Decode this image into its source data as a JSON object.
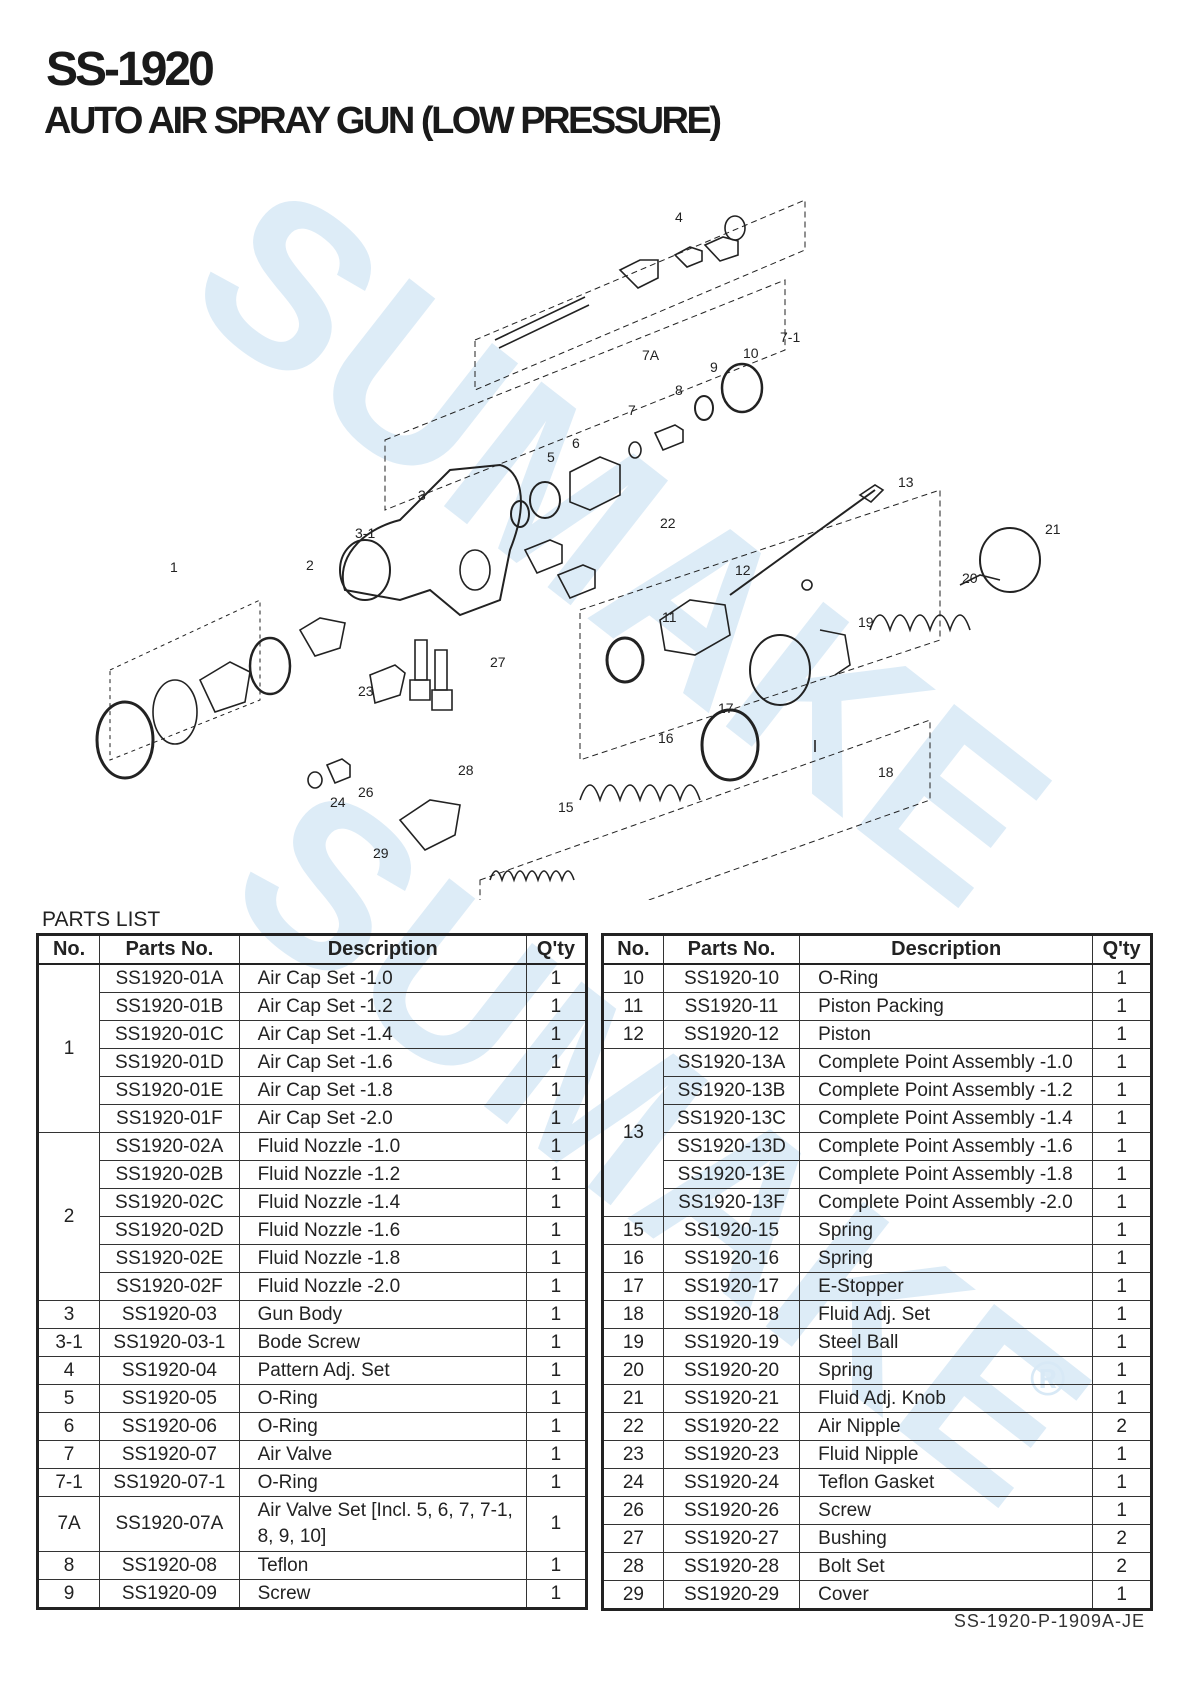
{
  "header": {
    "model": "SS-1920",
    "product": "AUTO AIR SPRAY GUN (LOW PRESSURE)"
  },
  "watermark": {
    "brand": "SUMAKE",
    "registered_mark": "®",
    "color": "#d6e8f5"
  },
  "diagram": {
    "callouts": [
      "1",
      "2",
      "3",
      "3-1",
      "4",
      "5",
      "6",
      "7",
      "7A",
      "7-1",
      "8",
      "9",
      "10",
      "11",
      "12",
      "13",
      "15",
      "16",
      "17",
      "18",
      "19",
      "20",
      "21",
      "22",
      "23",
      "24",
      "26",
      "27",
      "28",
      "29"
    ]
  },
  "parts_heading": "PARTS LIST",
  "columns": [
    "No.",
    "Parts No.",
    "Description",
    "Q'ty"
  ],
  "left_table": {
    "rows": [
      {
        "no": "1",
        "part": "SS1920-01A",
        "desc": "Air Cap Set -1.0",
        "qty": "1"
      },
      {
        "no": "",
        "part": "SS1920-01B",
        "desc": "Air Cap Set -1.2",
        "qty": "1"
      },
      {
        "no": "",
        "part": "SS1920-01C",
        "desc": "Air Cap Set -1.4",
        "qty": "1"
      },
      {
        "no": "",
        "part": "SS1920-01D",
        "desc": "Air Cap Set -1.6",
        "qty": "1"
      },
      {
        "no": "",
        "part": "SS1920-01E",
        "desc": "Air Cap Set -1.8",
        "qty": "1"
      },
      {
        "no": "",
        "part": "SS1920-01F",
        "desc": "Air Cap Set -2.0",
        "qty": "1"
      },
      {
        "no": "2",
        "part": "SS1920-02A",
        "desc": "Fluid Nozzle -1.0",
        "qty": "1"
      },
      {
        "no": "",
        "part": "SS1920-02B",
        "desc": "Fluid Nozzle -1.2",
        "qty": "1"
      },
      {
        "no": "",
        "part": "SS1920-02C",
        "desc": "Fluid Nozzle -1.4",
        "qty": "1"
      },
      {
        "no": "",
        "part": "SS1920-02D",
        "desc": "Fluid Nozzle -1.6",
        "qty": "1"
      },
      {
        "no": "",
        "part": "SS1920-02E",
        "desc": "Fluid Nozzle -1.8",
        "qty": "1"
      },
      {
        "no": "",
        "part": "SS1920-02F",
        "desc": "Fluid Nozzle -2.0",
        "qty": "1"
      },
      {
        "no": "3",
        "part": "SS1920-03",
        "desc": "Gun Body",
        "qty": "1"
      },
      {
        "no": "3-1",
        "part": "SS1920-03-1",
        "desc": "Bode Screw",
        "qty": "1"
      },
      {
        "no": "4",
        "part": "SS1920-04",
        "desc": "Pattern Adj. Set",
        "qty": "1"
      },
      {
        "no": "5",
        "part": "SS1920-05",
        "desc": "O-Ring",
        "qty": "1"
      },
      {
        "no": "6",
        "part": "SS1920-06",
        "desc": "O-Ring",
        "qty": "1"
      },
      {
        "no": "7",
        "part": "SS1920-07",
        "desc": "Air Valve",
        "qty": "1"
      },
      {
        "no": "7-1",
        "part": "SS1920-07-1",
        "desc": "O-Ring",
        "qty": "1"
      },
      {
        "no": "7A",
        "part": "SS1920-07A",
        "desc": "Air Valve Set [Incl. 5, 6, 7, 7-1, 8, 9, 10]",
        "qty": "1"
      },
      {
        "no": "8",
        "part": "SS1920-08",
        "desc": "Teflon",
        "qty": "1"
      },
      {
        "no": "9",
        "part": "SS1920-09",
        "desc": "Screw",
        "qty": "1"
      }
    ]
  },
  "right_table": {
    "rows": [
      {
        "no": "10",
        "part": "SS1920-10",
        "desc": "O-Ring",
        "qty": "1"
      },
      {
        "no": "11",
        "part": "SS1920-11",
        "desc": "Piston Packing",
        "qty": "1"
      },
      {
        "no": "12",
        "part": "SS1920-12",
        "desc": "Piston",
        "qty": "1"
      },
      {
        "no": "13",
        "part": "SS1920-13A",
        "desc": "Complete Point Assembly -1.0",
        "qty": "1"
      },
      {
        "no": "",
        "part": "SS1920-13B",
        "desc": "Complete Point Assembly -1.2",
        "qty": "1"
      },
      {
        "no": "",
        "part": "SS1920-13C",
        "desc": "Complete Point Assembly -1.4",
        "qty": "1"
      },
      {
        "no": "",
        "part": "SS1920-13D",
        "desc": "Complete Point Assembly -1.6",
        "qty": "1"
      },
      {
        "no": "",
        "part": "SS1920-13E",
        "desc": "Complete Point Assembly -1.8",
        "qty": "1"
      },
      {
        "no": "",
        "part": "SS1920-13F",
        "desc": "Complete Point Assembly -2.0",
        "qty": "1"
      },
      {
        "no": "15",
        "part": "SS1920-15",
        "desc": "Spring",
        "qty": "1"
      },
      {
        "no": "16",
        "part": "SS1920-16",
        "desc": "Spring",
        "qty": "1"
      },
      {
        "no": "17",
        "part": "SS1920-17",
        "desc": "E-Stopper",
        "qty": "1"
      },
      {
        "no": "18",
        "part": "SS1920-18",
        "desc": "Fluid Adj. Set",
        "qty": "1"
      },
      {
        "no": "19",
        "part": "SS1920-19",
        "desc": "Steel Ball",
        "qty": "1"
      },
      {
        "no": "20",
        "part": "SS1920-20",
        "desc": "Spring",
        "qty": "1"
      },
      {
        "no": "21",
        "part": "SS1920-21",
        "desc": "Fluid Adj. Knob",
        "qty": "1"
      },
      {
        "no": "22",
        "part": "SS1920-22",
        "desc": "Air Nipple",
        "qty": "2"
      },
      {
        "no": "23",
        "part": "SS1920-23",
        "desc": "Fluid Nipple",
        "qty": "1"
      },
      {
        "no": "24",
        "part": "SS1920-24",
        "desc": "Teflon Gasket",
        "qty": "1"
      },
      {
        "no": "26",
        "part": "SS1920-26",
        "desc": "Screw",
        "qty": "1"
      },
      {
        "no": "27",
        "part": "SS1920-27",
        "desc": "Bushing",
        "qty": "2"
      },
      {
        "no": "28",
        "part": "SS1920-28",
        "desc": "Bolt Set",
        "qty": "2"
      },
      {
        "no": "29",
        "part": "SS1920-29",
        "desc": "Cover",
        "qty": "1"
      }
    ]
  },
  "footer": {
    "doc_code": "SS-1920-P-1909A-JE"
  }
}
